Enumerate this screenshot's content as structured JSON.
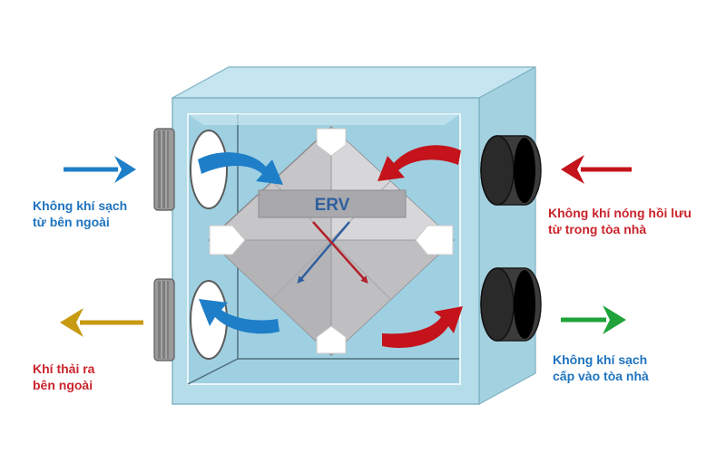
{
  "diagram": {
    "core_label": "ERV",
    "labels": {
      "fresh_air_outside": {
        "line1": "Không khí sạch",
        "line2": "từ bên ngoài",
        "color": "#1f73bf"
      },
      "exhaust_air": {
        "line1": "Khí thải ra",
        "line2": "bên ngoài",
        "color": "#c9242b"
      },
      "return_warm_air": {
        "line1": "Không khí nóng hồi lưu",
        "line2": "từ trong tòa nhà",
        "color": "#c9242b"
      },
      "fresh_air_supply": {
        "line1": "Không khí sạch",
        "line2": "cấp vào tòa nhà",
        "color": "#1f73bf"
      }
    },
    "arrow_colors": {
      "fresh": "#1e7fc8",
      "exhaust": "#c89a12",
      "return": "#c4131b",
      "supply": "#1fa33a",
      "core_blue": "#2f5f9e",
      "core_red": "#b3202a"
    },
    "box_color": "#aed8e6"
  }
}
